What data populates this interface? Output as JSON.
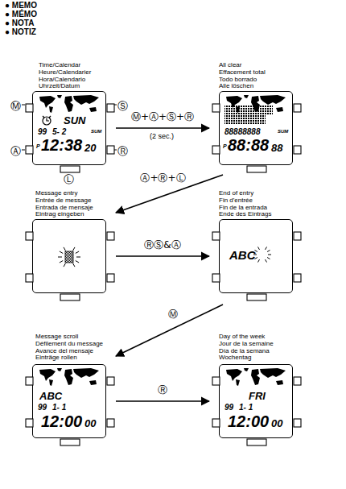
{
  "diagram": {
    "nodes": [
      {
        "text": [
          "Time/Calendar",
          "Heure/Calendarier",
          "Hora/Calendario",
          "Uhrzeit/Datum",
          "SUN",
          "99",
          "5- 2",
          "SUM",
          "P",
          "12:38",
          "20"
        ]
      },
      {
        "text": [
          "All clear",
          "Effacement total",
          "Todo borrado",
          "Alle löschen",
          "88888888",
          "SUM",
          "P",
          "88:88",
          "88"
        ]
      },
      {
        "text": [
          "Message entry",
          "Entrée de message",
          "Entrada de mensaje",
          "Eintrag eingeben"
        ]
      },
      {
        "text": [
          "End of entry",
          "Fin d'entrée",
          "Fin de la entrada",
          "Ende des Eintrags",
          "ABC"
        ]
      },
      {
        "text": [
          "Message scroll",
          "Défilement du message",
          "Avance del mensaje",
          "Einträge rollen",
          "ABC",
          "99",
          "1- 1",
          "12:00",
          "00"
        ]
      },
      {
        "text": [
          "Day of the week",
          "Jour de la semaine",
          "Día de la semana",
          "Wochentag",
          "FRI",
          "99",
          "1- 1",
          "12:00",
          "00"
        ]
      }
    ],
    "edges": [
      {
        "from": 0,
        "to": 1,
        "arrow": "to",
        "label": "Ⓜ+Ⓐ+Ⓢ+Ⓡ"
      },
      {
        "from": 1,
        "to": 2,
        "arrow": "to",
        "label": "Ⓐ+Ⓡ+Ⓛ"
      },
      {
        "from": 2,
        "to": 3,
        "arrow": "to",
        "label": "ⓇⓈ&Ⓐ"
      },
      {
        "from": 3,
        "to": 4,
        "arrow": "to",
        "label": "Ⓜ"
      },
      {
        "from": 4,
        "to": 5,
        "arrow": "to",
        "label": "Ⓡ"
      }
    ],
    "labels": [
      "● MEMO",
      "● MÉMO",
      "● NOTA",
      "● NOTIZ",
      "Ⓜ",
      "Ⓢ",
      "Ⓐ",
      "Ⓡ",
      "Ⓛ",
      "(2 sec.)"
    ]
  }
}
